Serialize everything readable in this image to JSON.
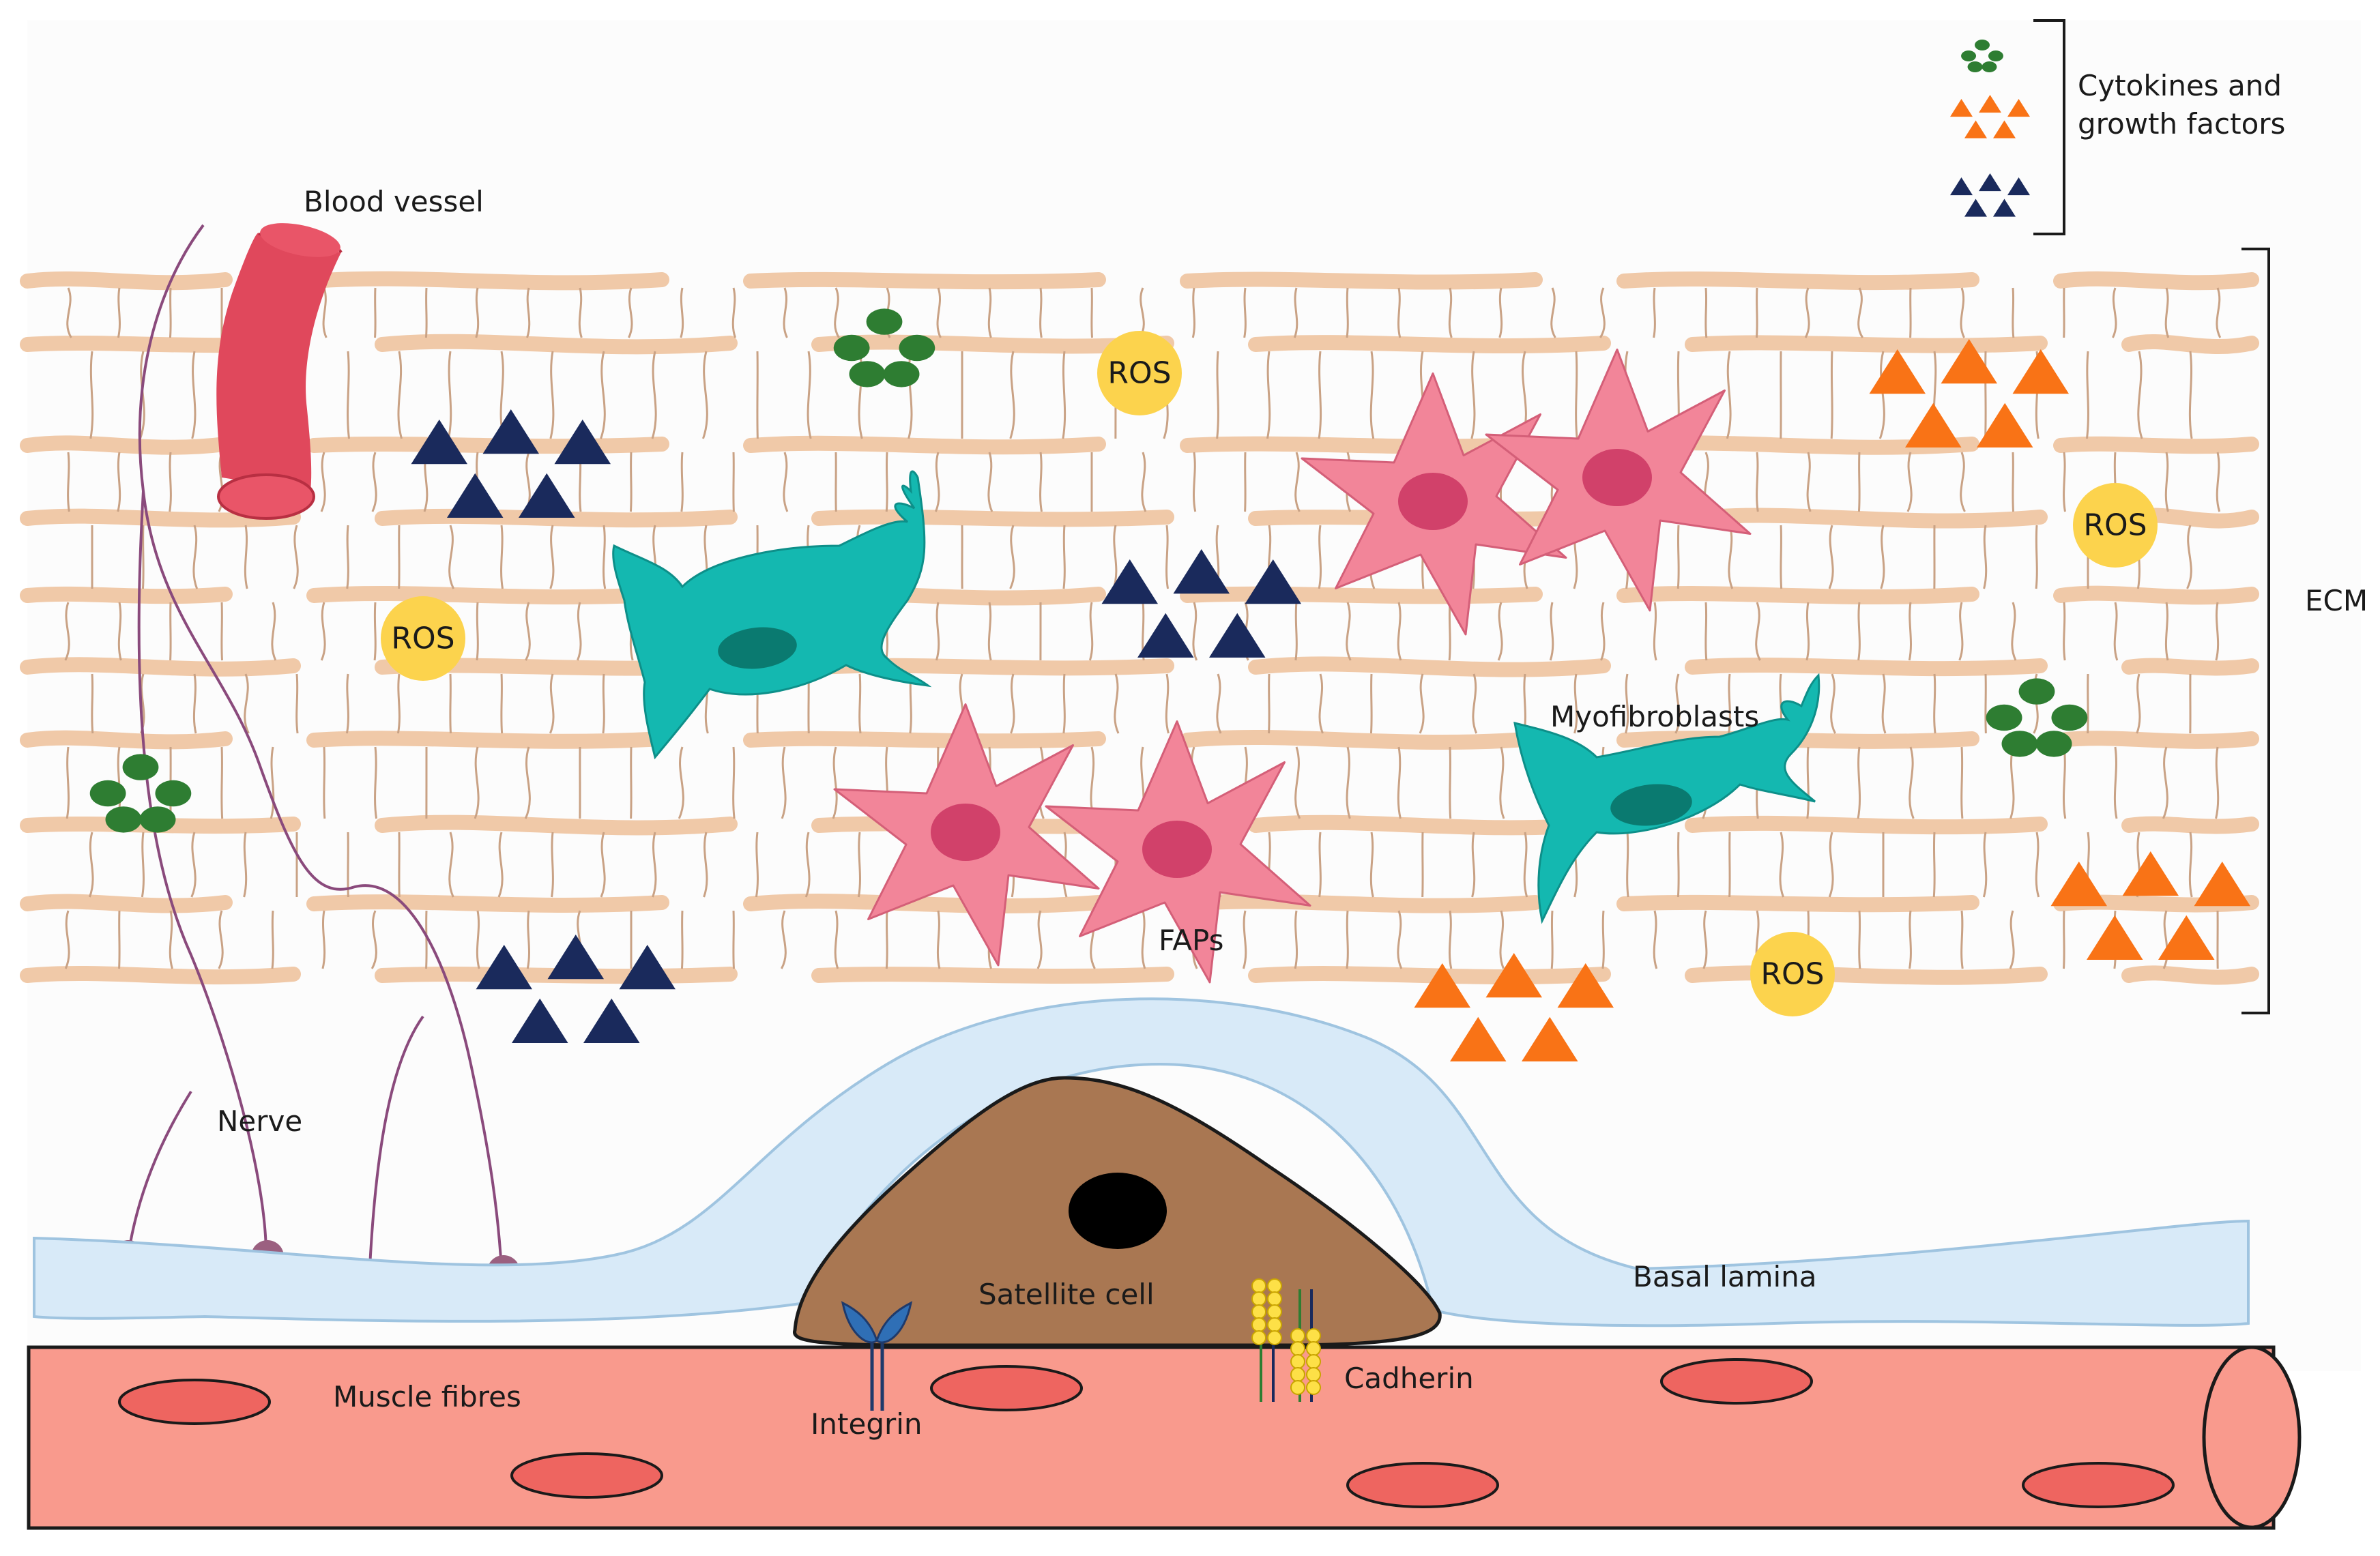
{
  "labels": {
    "blood_vessel": "Blood vessel",
    "nerve": "Nerve",
    "ecm": "ECM",
    "myofibroblasts": "Myofibroblasts",
    "faps": "FAPs",
    "satellite_cell": "Satellite cell",
    "basal_lamina": "Basal lamina",
    "muscle_fibres": "Muscle fibres",
    "integrin": "Integrin",
    "cadherin": "Cadherin",
    "ros": "ROS"
  },
  "legend": {
    "line1": "Cytokines and",
    "line2": "growth factors"
  },
  "colors": {
    "collagen": "#f0c9a8",
    "collagen_stroke": "#c9a285",
    "cytokine_green": "#2e7d32",
    "growth_orange": "#f97316",
    "growth_navy": "#1a2a5c",
    "ros": "#fcd34d",
    "fap": "#f28599",
    "myofibroblast": "#14b8b0",
    "basal_lamina": "#d8eaf8",
    "satellite": "#a97752",
    "muscle": "#f99a8d",
    "muscle_nucleus": "#ee6560",
    "vessel": "#e0485c",
    "nerve": "#8a4a7c",
    "cadherin": "#fde047",
    "integrin": "#2f6fb6"
  }
}
